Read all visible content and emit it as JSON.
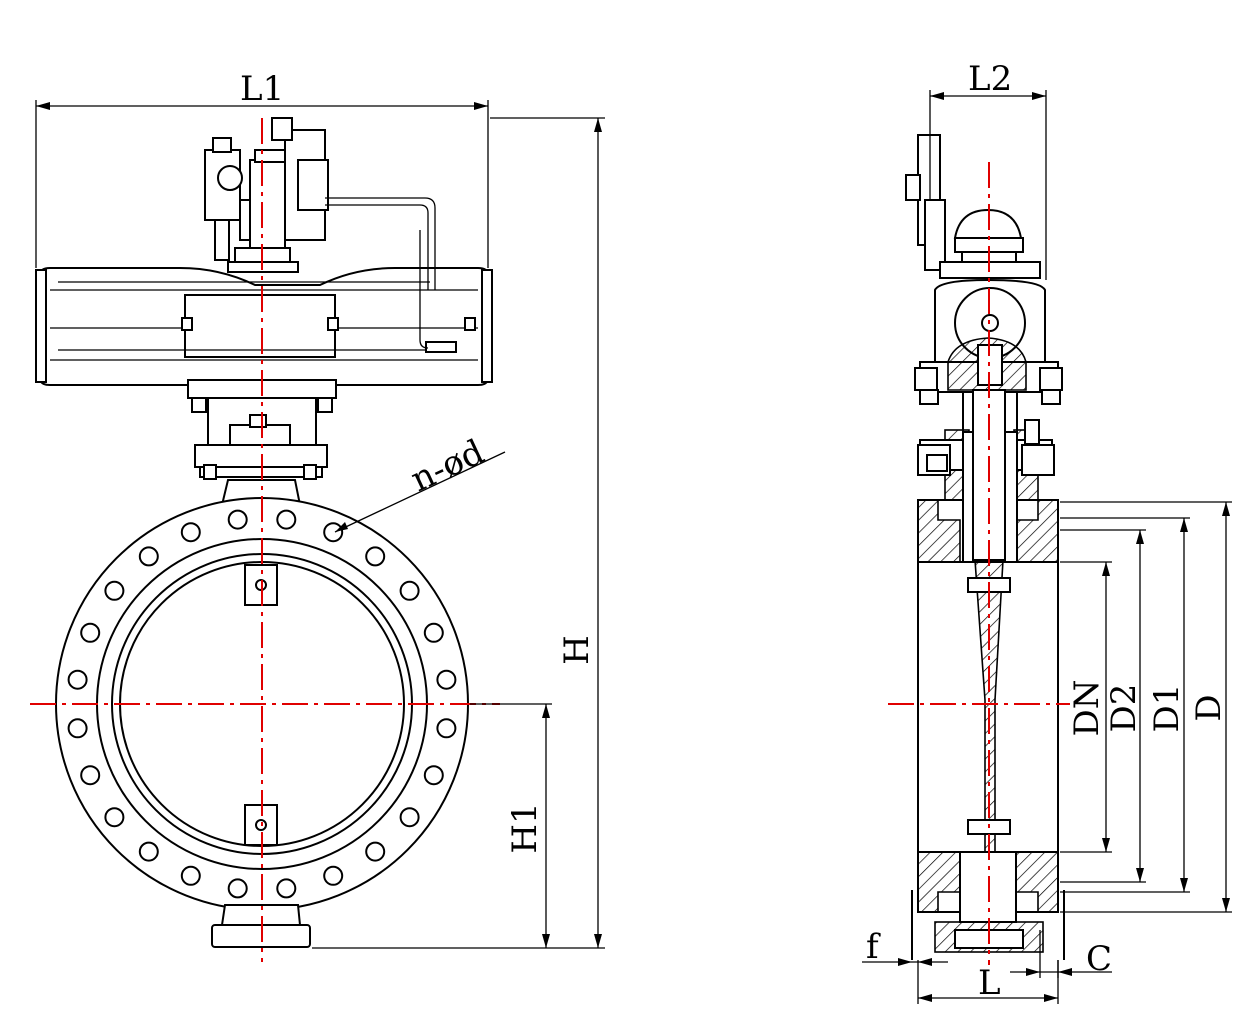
{
  "drawing": {
    "front_view": {
      "labels": {
        "overall_width": "L1",
        "overall_height": "H",
        "center_height": "H1",
        "bolt_holes": "n-ød"
      }
    },
    "side_view": {
      "labels": {
        "actuator_width": "L2",
        "nominal_diameter": "DN",
        "d2": "D2",
        "d1": "D1",
        "d": "D",
        "face_length": "L",
        "flange_thickness": "C",
        "raised_face": "f"
      }
    },
    "colors": {
      "line": "#000000",
      "centerline": "#e00000",
      "background": "#ffffff"
    }
  }
}
